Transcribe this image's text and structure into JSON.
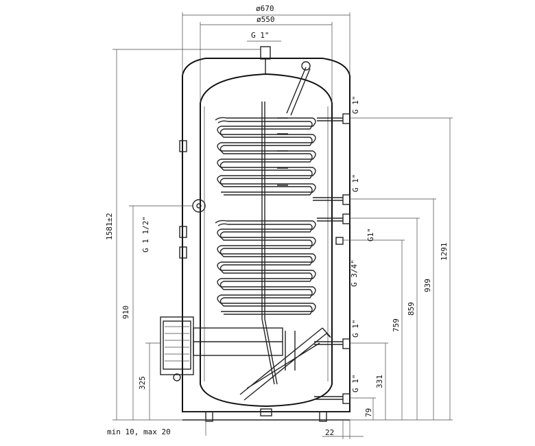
{
  "title": "",
  "dimensions": {
    "outer_diameter": "ø670",
    "inner_diameter": "ø550",
    "total_height": "1581±2",
    "h_910": "910",
    "h_325": "325",
    "h_1291": "1291",
    "h_939": "939",
    "h_859": "859",
    "h_759": "759",
    "h_331": "331",
    "h_79": "79",
    "feet": "min 10, max 20",
    "offset_22": "22"
  },
  "connections": {
    "top": "G 1\"",
    "heater": "G 1 1/2\"",
    "right_1": "G 1\"",
    "right_2": "G 1\"",
    "right_3": "G1\"",
    "right_4": "G 3/4\"",
    "right_5": "G 1\"",
    "right_6": "G 1\""
  },
  "colors": {
    "line": "#222222",
    "insulation": "#d9d9d9",
    "background": "#ffffff"
  }
}
